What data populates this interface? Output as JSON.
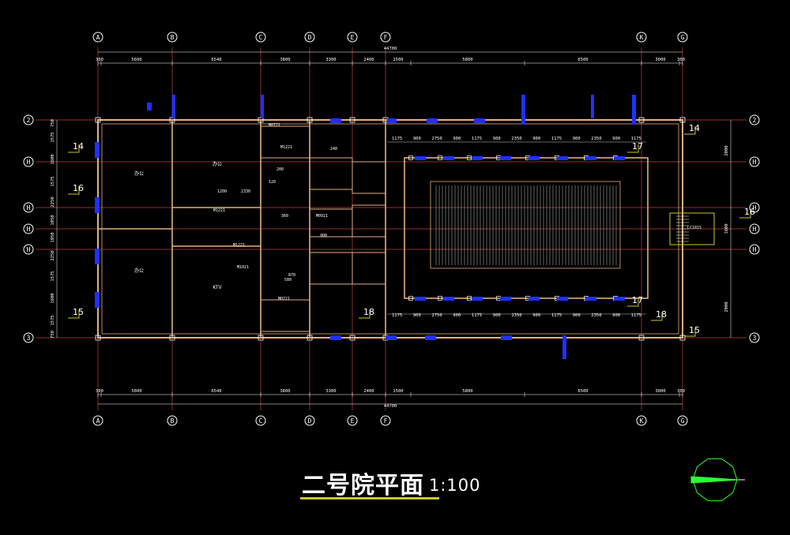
{
  "drawing": {
    "title": "二号院平面",
    "scale": "1:100"
  },
  "colors": {
    "background": "#000000",
    "wall": "#e0b080",
    "gridline": "#c04040",
    "dimension": "#ffffff",
    "window": "#2030ff",
    "label": "#c8c832",
    "north_arrow": "#30ff30"
  },
  "column_axes": [
    "A",
    "B",
    "C",
    "D",
    "E",
    "F",
    "K",
    "G"
  ],
  "row_axes": [
    "2",
    "H",
    "H",
    "H",
    "H",
    "3"
  ],
  "overall_dimension": "44700",
  "top_dimensions": [
    "300",
    "5600",
    "6540",
    "3800",
    "3300",
    "2400",
    "1500",
    "5800",
    "6500",
    "3000",
    "300"
  ],
  "bottom_dimensions": [
    "300",
    "5600",
    "6540",
    "3800",
    "3300",
    "2400",
    "1500",
    "5800",
    "6500",
    "3000",
    "300"
  ],
  "left_dimensions": [
    "750",
    "1575",
    "1600",
    "1575",
    "2250",
    "1050",
    "1050",
    "2250",
    "1575",
    "1600",
    "1575",
    "750"
  ],
  "right_dimensions": [
    "2000",
    "1600",
    "2000"
  ],
  "corridor_dimensions": [
    "1175",
    "900",
    "2750",
    "900",
    "1175",
    "900",
    "2350",
    "900",
    "1175",
    "900",
    "2350",
    "900",
    "1175"
  ],
  "section_marks": [
    "14",
    "14",
    "15",
    "15",
    "16",
    "16",
    "17",
    "17",
    "18",
    "18"
  ],
  "room_labels": [
    "KTV",
    "办公",
    "办公",
    "办公"
  ],
  "door_tags": [
    "M1221",
    "M1221",
    "M1221",
    "M1021",
    "M0721",
    "M0721",
    "LC1815",
    "M0921"
  ],
  "interior_dims": [
    "1200",
    "2330",
    "120",
    "200",
    "580",
    "360",
    "900",
    "870",
    "240"
  ]
}
